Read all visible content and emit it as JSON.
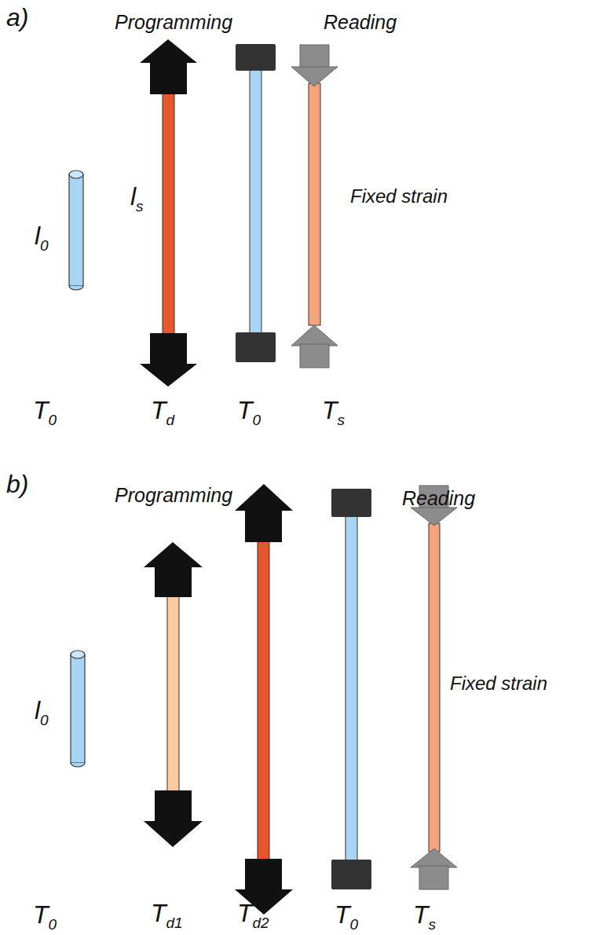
{
  "diagram": {
    "labels": [
      "a)",
      "Programming",
      "Reading",
      "l0",
      "ls",
      "Fixed strain",
      "T0",
      "Td",
      "T0",
      "Ts",
      "b)",
      "Programming",
      "Reading",
      "l0",
      "Fixed strain",
      "T0",
      "Td1",
      "Td2",
      "T0",
      "Ts"
    ]
  }
}
